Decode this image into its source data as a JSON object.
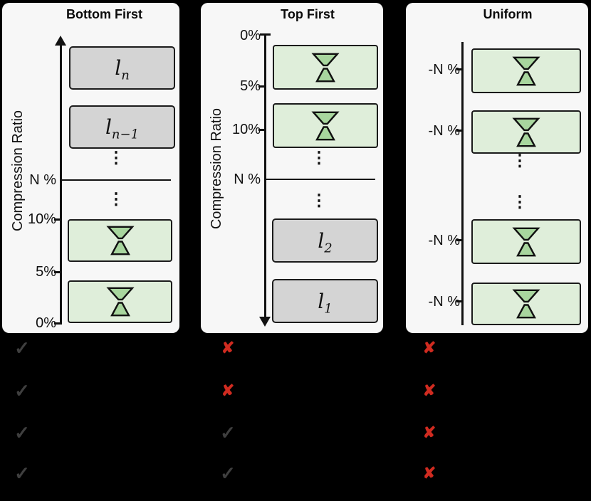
{
  "figure": {
    "background": "#000000",
    "colors": {
      "panel_bg": "#f7f7f7",
      "layer_gray": "#d4d4d4",
      "layer_green_light": "#dfeeda",
      "hourglass_green": "#a8d69e",
      "outline": "#111111",
      "check": "#3f3f3f",
      "cross": "#d02b20"
    },
    "icons": {
      "compressed_layer": "hourglass-icon",
      "uncompressed_layer": "plain-gray-layer"
    }
  },
  "panels": {
    "bottom_first": {
      "title": "Bottom First",
      "axis_label": "Compression Ratio",
      "ticks": {
        "n": "N %",
        "p10": "10%",
        "p5": "5%",
        "p0": "0%"
      },
      "dots": "⋮",
      "layers": {
        "top": {
          "base": "l",
          "sub": "n"
        },
        "second": {
          "base": "l",
          "sub": "n−1"
        }
      }
    },
    "top_first": {
      "title": "Top First",
      "axis_label": "Compression Ratio",
      "ticks": {
        "p0": "0%",
        "p5": "5%",
        "p10": "10%",
        "n": "N %"
      },
      "dots": "⋮",
      "layers": {
        "second": {
          "base": "l",
          "sub": "2"
        },
        "bottom": {
          "base": "l",
          "sub": "1"
        }
      }
    },
    "uniform": {
      "title": "Uniform",
      "dots": "⋮",
      "ticks": [
        "-N %",
        "-N %",
        "-N %",
        "-N %"
      ]
    }
  },
  "marks": {
    "rows": [
      {
        "cells": [
          {
            "glyph": "✓",
            "cls": "mark check"
          },
          {
            "glyph": "✘",
            "cls": "mark cross"
          },
          {
            "glyph": "✘",
            "cls": "mark cross"
          }
        ]
      },
      {
        "cells": [
          {
            "glyph": "✓",
            "cls": "mark check"
          },
          {
            "glyph": "✘",
            "cls": "mark cross"
          },
          {
            "glyph": "✘",
            "cls": "mark cross"
          }
        ]
      },
      {
        "cells": [
          {
            "glyph": "✓",
            "cls": "mark check"
          },
          {
            "glyph": "✓",
            "cls": "mark check"
          },
          {
            "glyph": "✘",
            "cls": "mark cross"
          }
        ]
      },
      {
        "cells": [
          {
            "glyph": "✓",
            "cls": "mark check"
          },
          {
            "glyph": "✓",
            "cls": "mark check"
          },
          {
            "glyph": "✘",
            "cls": "mark cross"
          }
        ]
      }
    ]
  }
}
